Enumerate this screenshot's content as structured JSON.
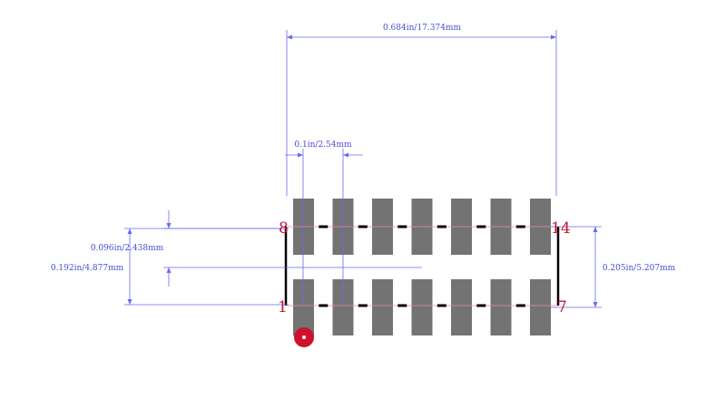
{
  "dimensions": {
    "total_length": "0.684in/17.374mm",
    "pitch": "0.1in/2.54mm",
    "half_row_span": "0.096in/2.438mm",
    "row_span": "0.192in/4.877mm",
    "overall_width": "0.205in/5.207mm"
  },
  "pins": {
    "top_left": "8",
    "top_right": "14",
    "bottom_left": "1",
    "bottom_right": "7"
  },
  "colors": {
    "pad": "#737373",
    "dimension": "#5a5af0",
    "pin_label": "#c8102e",
    "pin1_marker": "#d0102f",
    "outline": "#000000",
    "centerline": "#e88aa0"
  },
  "pads_per_row": 7
}
